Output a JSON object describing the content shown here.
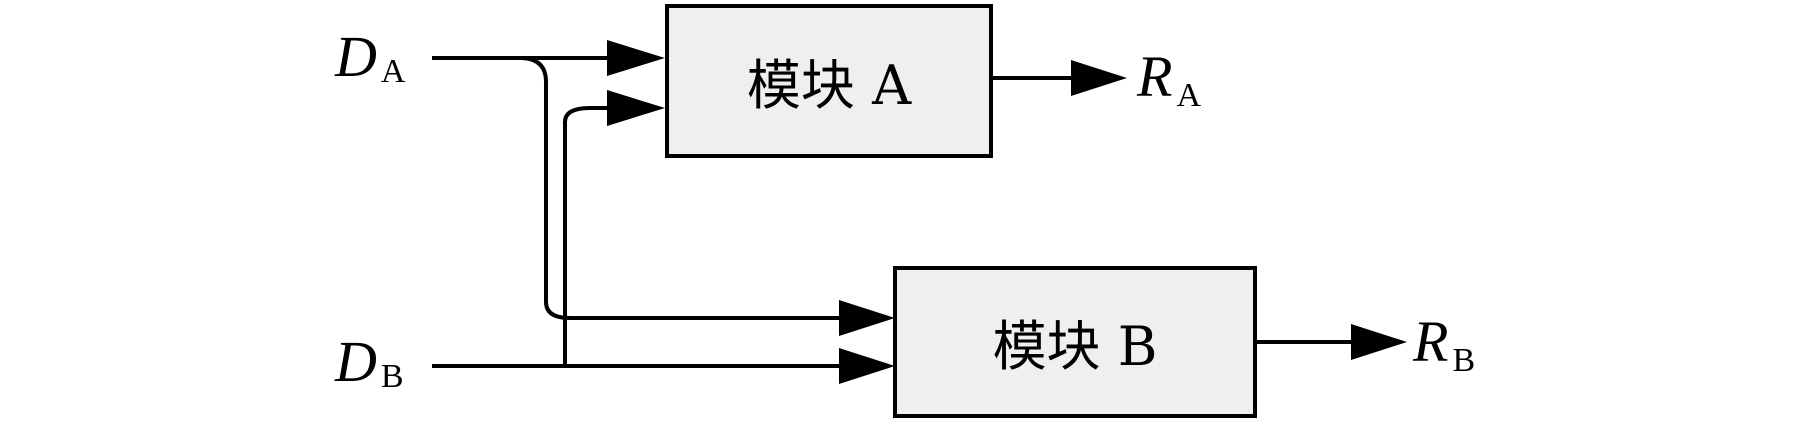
{
  "diagram": {
    "module_a": {
      "label": "模块 A"
    },
    "module_b": {
      "label": "模块 B"
    },
    "input_a": {
      "symbol": "D",
      "subscript": "A"
    },
    "input_b": {
      "symbol": "D",
      "subscript": "B"
    },
    "output_a": {
      "symbol": "R",
      "subscript": "A"
    },
    "output_b": {
      "symbol": "R",
      "subscript": "B"
    }
  },
  "colors": {
    "block_fill": "#efefef",
    "line": "#000000",
    "background": "#ffffff"
  }
}
